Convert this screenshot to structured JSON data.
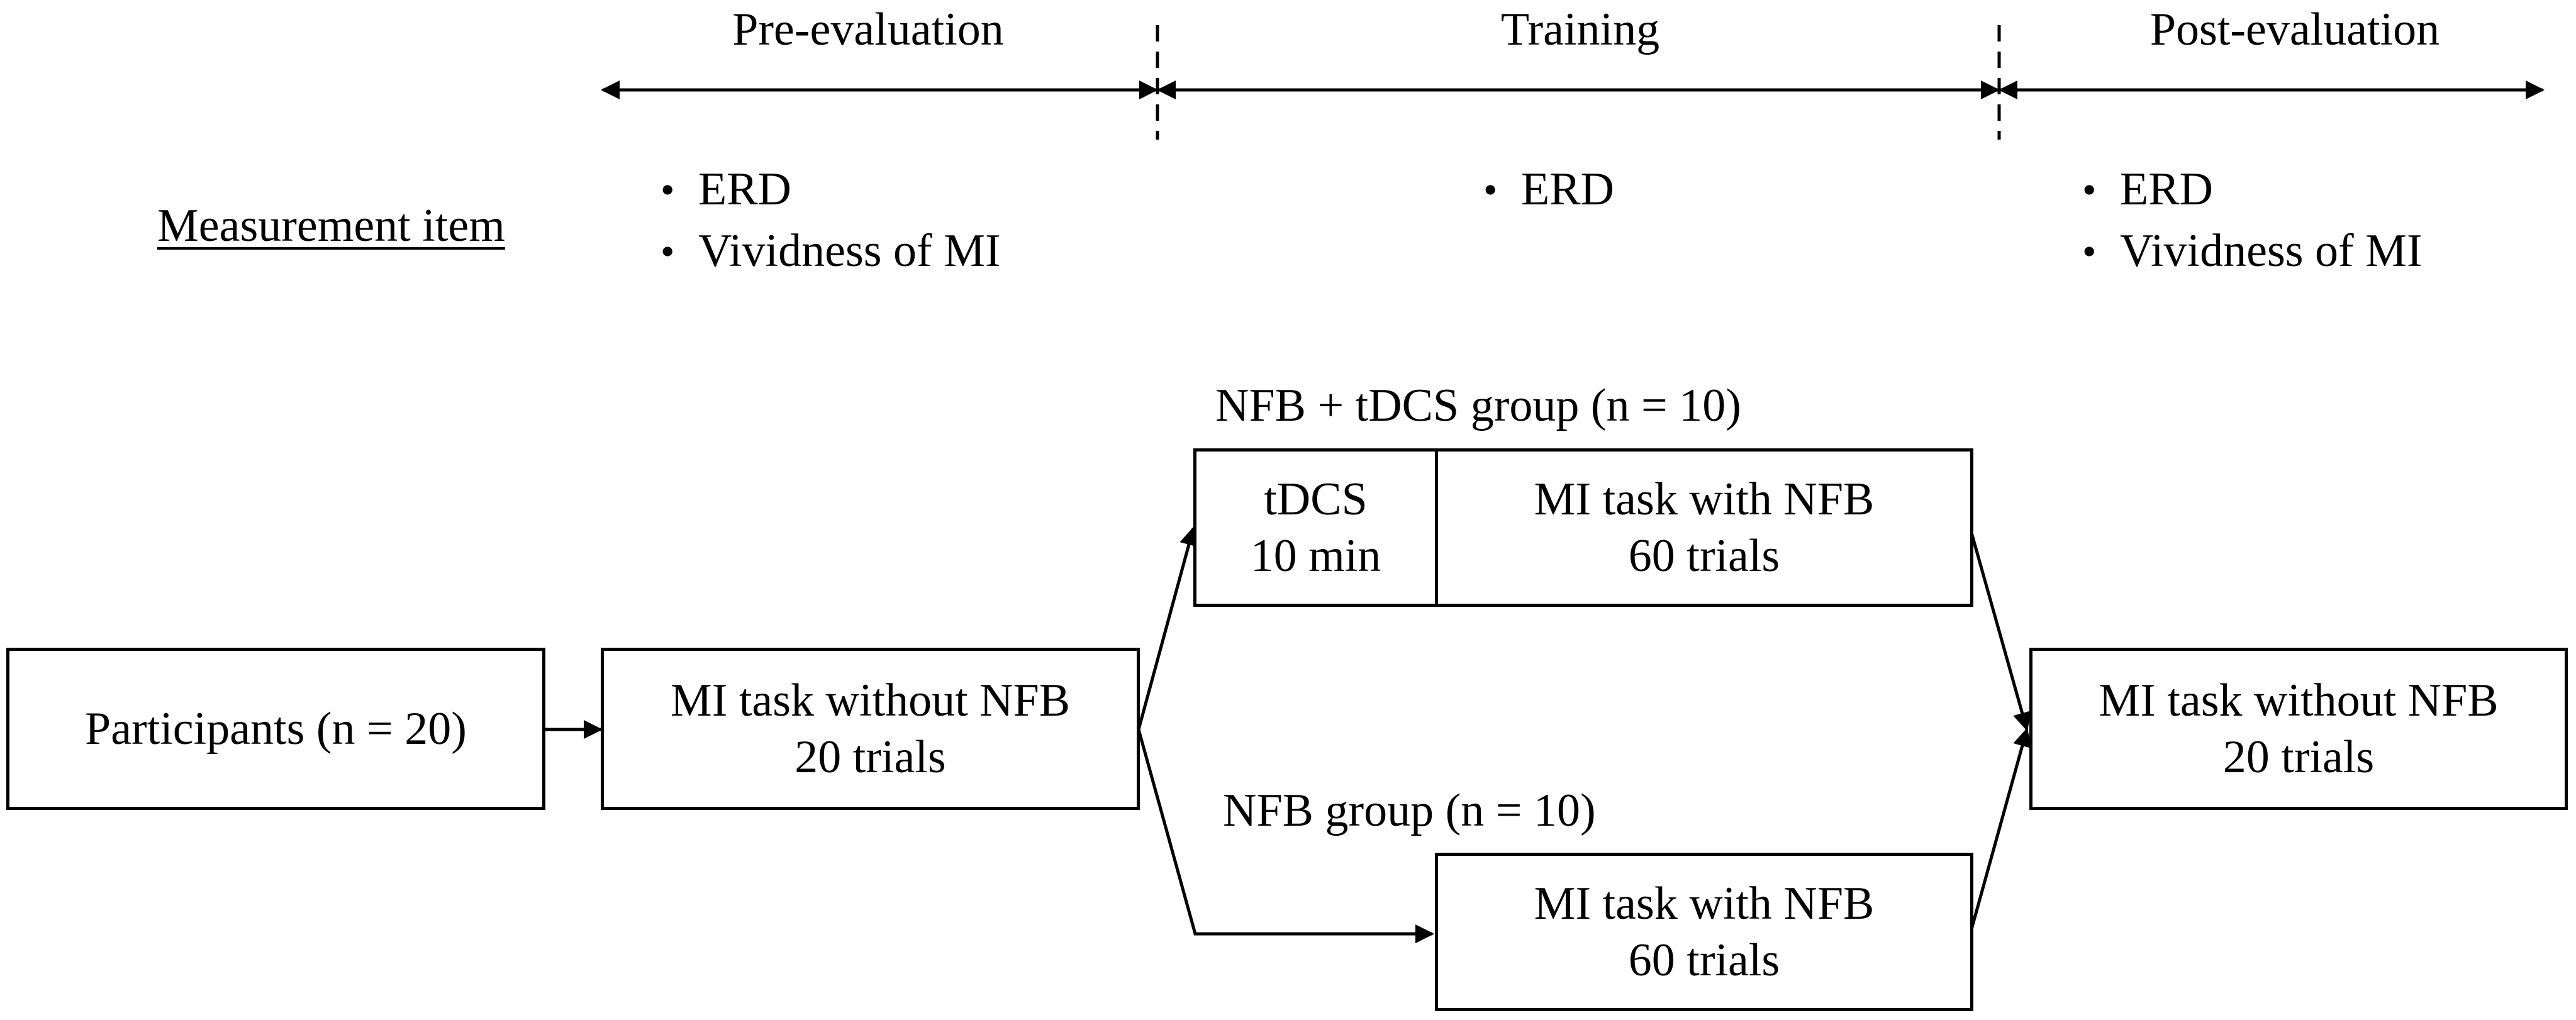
{
  "phases": {
    "pre": "Pre-evaluation",
    "training": "Training",
    "post": "Post-evaluation"
  },
  "measurement": {
    "label": "Measurement item",
    "pre": [
      "ERD",
      "Vividness of MI"
    ],
    "training": [
      "ERD"
    ],
    "post": [
      "ERD",
      "Vividness of MI"
    ]
  },
  "groups": {
    "tdcs_group": "NFB + tDCS group (n = 10)",
    "nfb_group": "NFB group (n = 10)"
  },
  "boxes": {
    "participants": "Participants (n = 20)",
    "pre_task": [
      "MI task without NFB",
      "20 trials"
    ],
    "tdcs": [
      "tDCS",
      "10 min"
    ],
    "tdcs_task": [
      "MI task with NFB",
      "60 trials"
    ],
    "nfb_task": [
      "MI task with NFB",
      "60 trials"
    ],
    "post_task": [
      "MI task without NFB",
      "20 trials"
    ]
  },
  "bullet_glyph": "•"
}
